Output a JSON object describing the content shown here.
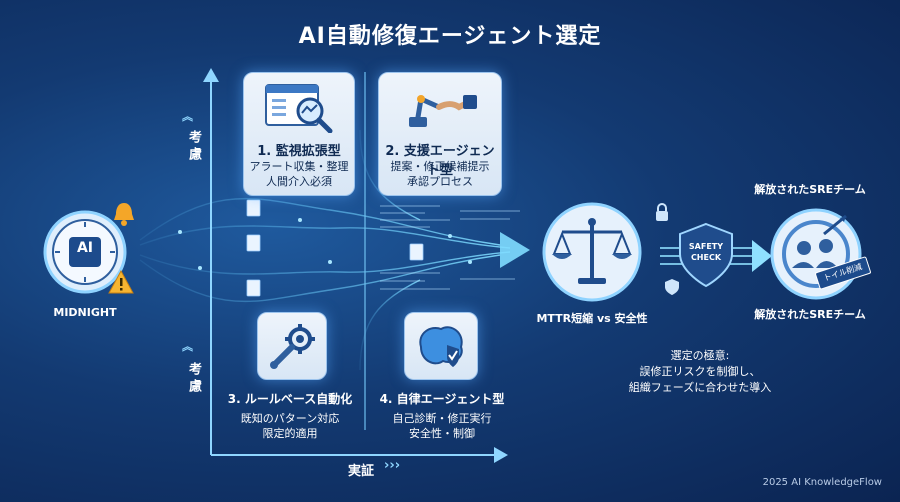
{
  "title": "AI自動修復エージェント選定",
  "left_node": {
    "label": "MIDNIGHT",
    "badge": "AI"
  },
  "axes": {
    "y_upper": "考慮",
    "y_lower": "考慮",
    "x": "実証"
  },
  "quadrants": [
    {
      "title": "1. 監視拡張型",
      "lines": [
        "アラート収集・整理",
        "人間介入必須"
      ]
    },
    {
      "title": "2. 支援エージェント型",
      "lines": [
        "提案・修正候補提示",
        "承認プロセス"
      ]
    },
    {
      "title": "3. ルールベース自動化",
      "lines": [
        "既知のパターン対応",
        "限定的適用"
      ]
    },
    {
      "title": "4. 自律エージェント型",
      "lines": [
        "自己診断・修正実行",
        "安全性・制御"
      ]
    }
  ],
  "balance_label": "MTTR短縮 vs 安全性",
  "safety_shield": {
    "line1": "SAFETY",
    "line2": "CHECK"
  },
  "team": {
    "label_top": "解放されたSREチーム",
    "label_bottom": "解放されたSREチーム",
    "ribbon": "トイル削減"
  },
  "conclusion": {
    "line1": "選定の極意:",
    "line2": "誤修正リスクを制御し、",
    "line3": "組織フェーズに合わせた導入"
  },
  "footer": "2025 AI KnowledgeFlow"
}
